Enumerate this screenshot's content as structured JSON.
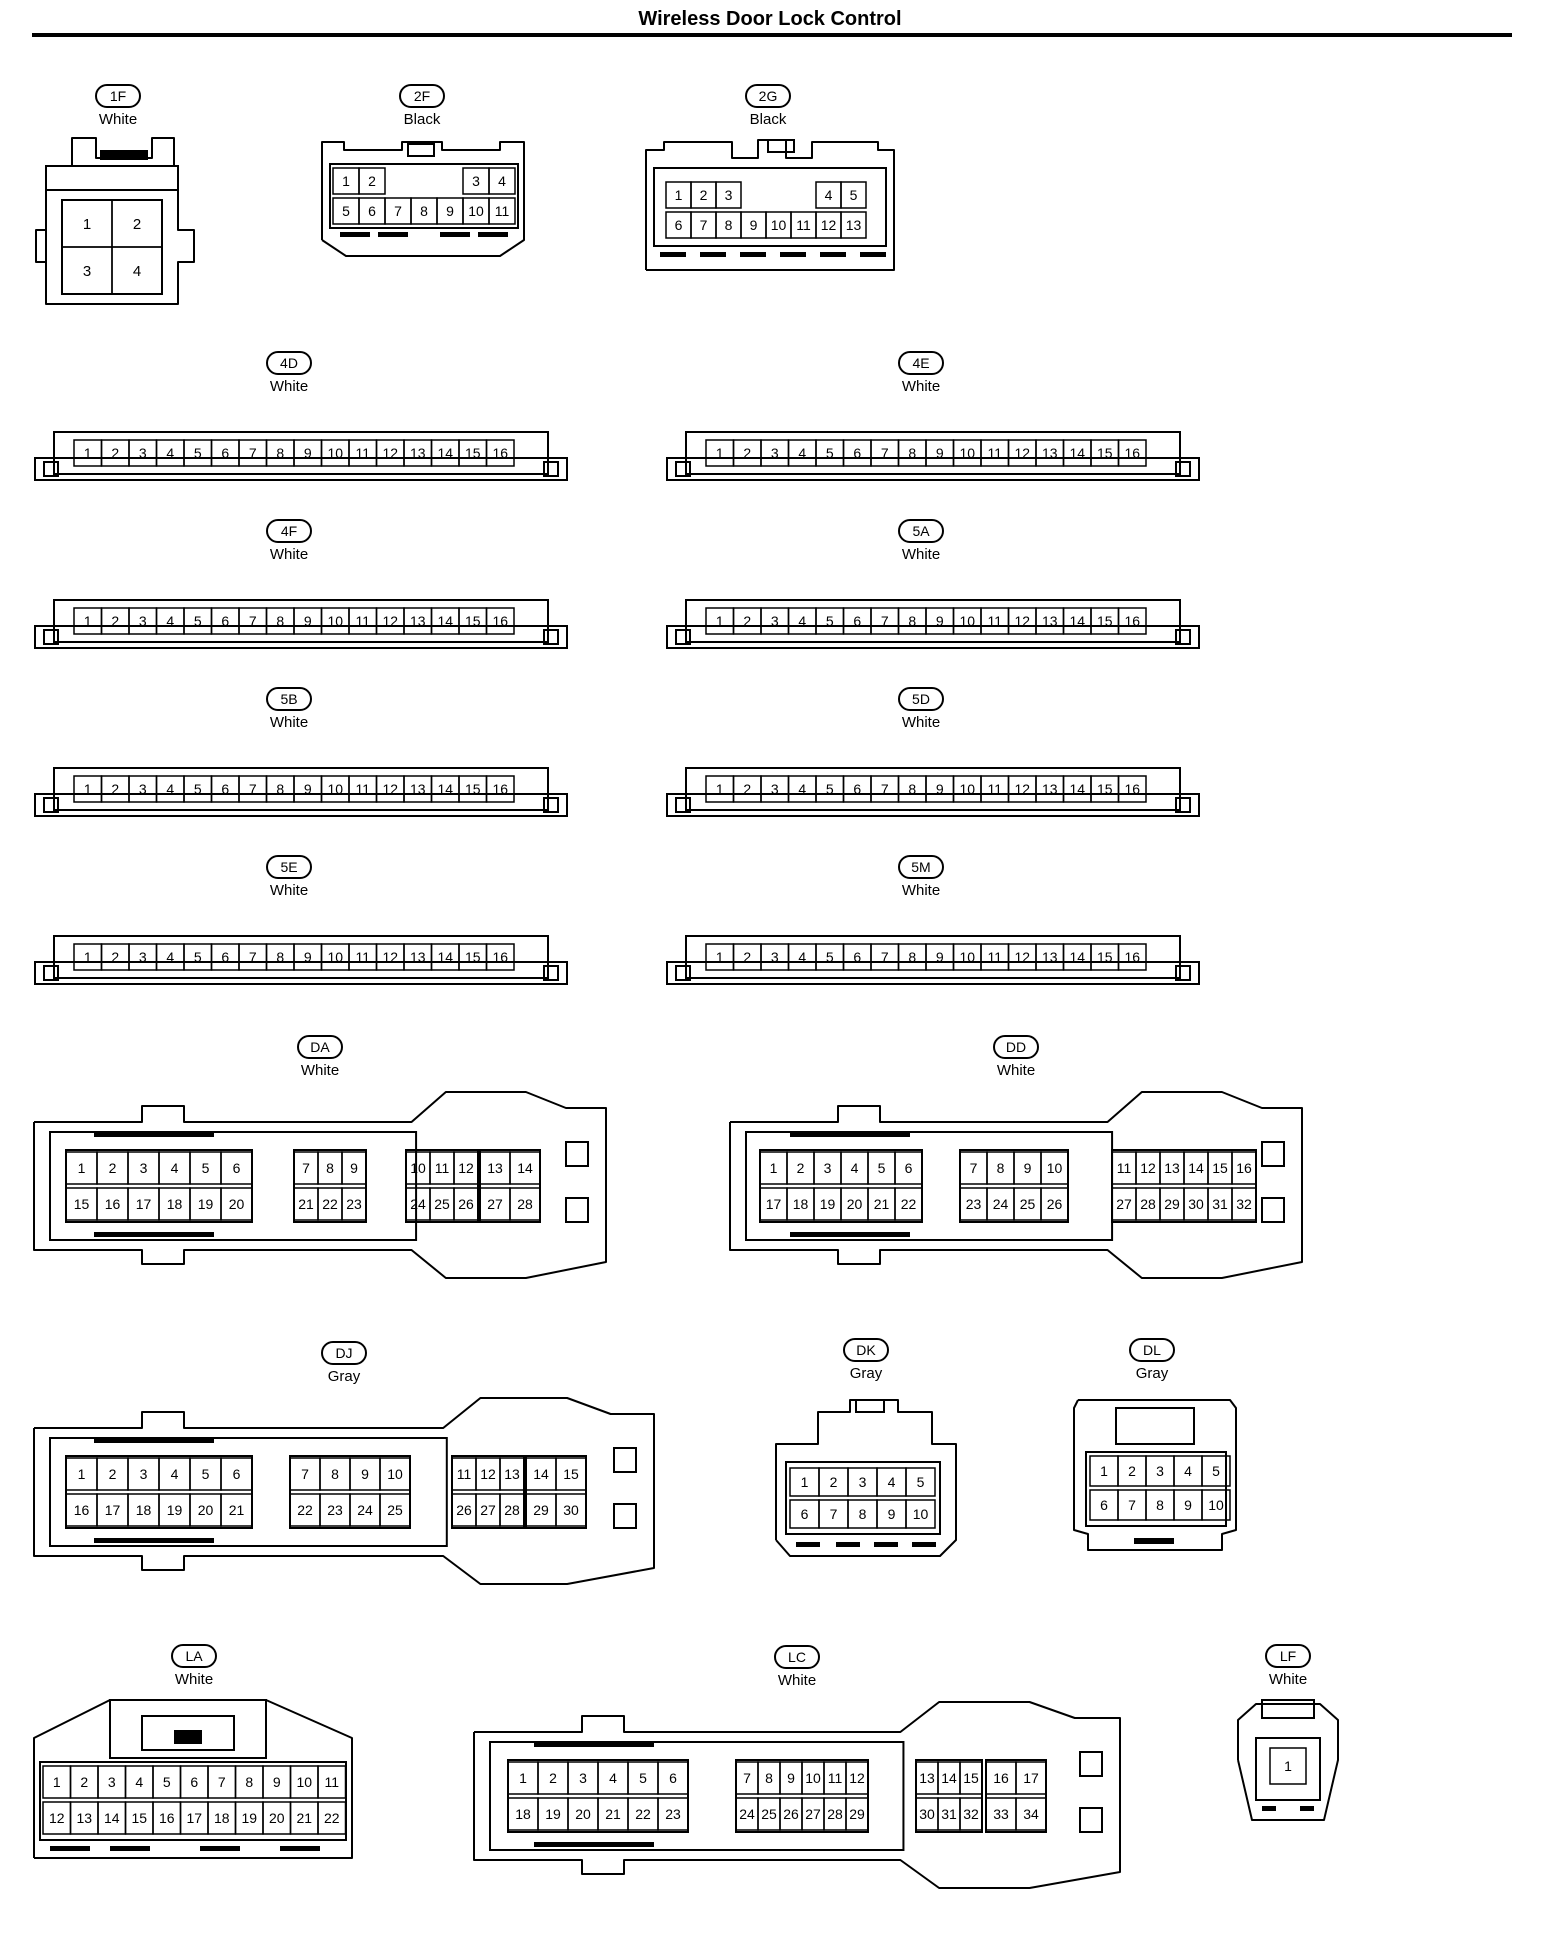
{
  "title": "Wireless Door Lock Control",
  "connectors": [
    {
      "id": "1F",
      "color": "White"
    },
    {
      "id": "2F",
      "color": "Black"
    },
    {
      "id": "2G",
      "color": "Black"
    },
    {
      "id": "4D",
      "color": "White"
    },
    {
      "id": "4E",
      "color": "White"
    },
    {
      "id": "4F",
      "color": "White"
    },
    {
      "id": "5A",
      "color": "White"
    },
    {
      "id": "5B",
      "color": "White"
    },
    {
      "id": "5D",
      "color": "White"
    },
    {
      "id": "5E",
      "color": "White"
    },
    {
      "id": "5M",
      "color": "White"
    },
    {
      "id": "DA",
      "color": "White"
    },
    {
      "id": "DD",
      "color": "White"
    },
    {
      "id": "DJ",
      "color": "Gray"
    },
    {
      "id": "DK",
      "color": "Gray"
    },
    {
      "id": "DL",
      "color": "Gray"
    },
    {
      "id": "LA",
      "color": "White"
    },
    {
      "id": "LC",
      "color": "White"
    },
    {
      "id": "LF",
      "color": "White"
    }
  ]
}
